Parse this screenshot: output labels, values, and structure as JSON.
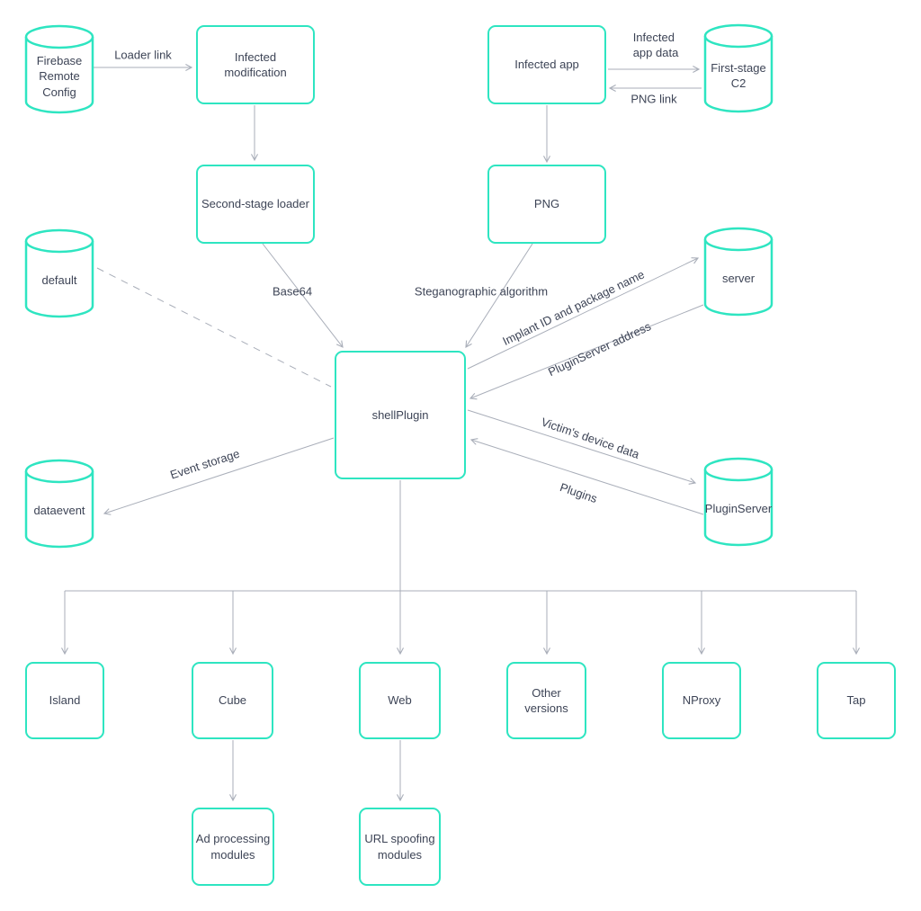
{
  "nodes": {
    "firebase_remote_config": {
      "label": "Firebase\nRemote\nConfig",
      "shape": "cylinder"
    },
    "infected_modification": {
      "label": "Infected\nmodification",
      "shape": "rect"
    },
    "second_stage_loader": {
      "label": "Second-stage loader",
      "shape": "rect"
    },
    "infected_app": {
      "label": "Infected app",
      "shape": "rect"
    },
    "first_stage_c2": {
      "label": "First-stage\nC2",
      "shape": "cylinder"
    },
    "png": {
      "label": "PNG",
      "shape": "rect"
    },
    "default_db": {
      "label": "default",
      "shape": "cylinder"
    },
    "server": {
      "label": "server",
      "shape": "cylinder"
    },
    "shellplugin": {
      "label": "shellPlugin",
      "shape": "rect"
    },
    "dataevent": {
      "label": "dataevent",
      "shape": "cylinder"
    },
    "pluginserver": {
      "label": "PluginServer",
      "shape": "cylinder"
    },
    "island": {
      "label": "Island",
      "shape": "rect"
    },
    "cube": {
      "label": "Cube",
      "shape": "rect"
    },
    "web": {
      "label": "Web",
      "shape": "rect"
    },
    "other_versions": {
      "label": "Other\nversions",
      "shape": "rect"
    },
    "nproxy": {
      "label": "NProxy",
      "shape": "rect"
    },
    "tap": {
      "label": "Tap",
      "shape": "rect"
    },
    "ad_processing_modules": {
      "label": "Ad processing\nmodules",
      "shape": "rect"
    },
    "url_spoofing_modules": {
      "label": "URL spoofing\nmodules",
      "shape": "rect"
    }
  },
  "edge_labels": {
    "loader_link": "Loader link",
    "infected_app_data": "Infected\napp data",
    "png_link": "PNG link",
    "base64": "Base64",
    "steganographic_algorithm": "Steganographic algorithm",
    "implant_id_and_package_name": "Implant ID and package name",
    "pluginserver_address": "PluginServer address",
    "victims_device_data": "Victim's device data",
    "plugins": "Plugins",
    "event_storage": "Event storage"
  },
  "colors": {
    "node_border": "#2ee5c1",
    "text": "#3d4456",
    "connector": "#a9aeb9",
    "background": "#ffffff"
  }
}
